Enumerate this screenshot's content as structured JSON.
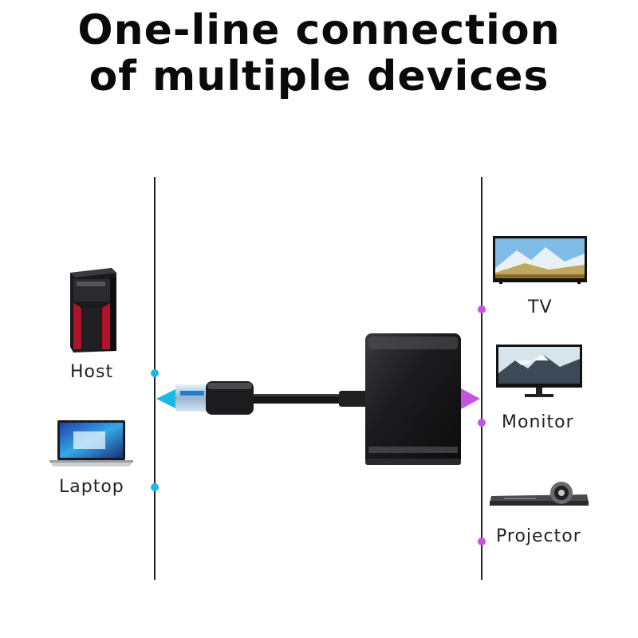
{
  "title": {
    "line1": "One-line connection",
    "line2": "of multiple devices"
  },
  "left_devices": [
    {
      "label": "Host",
      "icon": "desktop-tower-icon"
    },
    {
      "label": "Laptop",
      "icon": "laptop-icon"
    }
  ],
  "right_devices": [
    {
      "label": "TV",
      "icon": "tv-icon"
    },
    {
      "label": "Monitor",
      "icon": "monitor-icon"
    },
    {
      "label": "Projector",
      "icon": "projector-icon"
    }
  ],
  "colors": {
    "input_side": "#1ab8e8",
    "output_side": "#c455e0",
    "adapter_body": "#1c1c1e",
    "host_accent": "#b0122a"
  }
}
